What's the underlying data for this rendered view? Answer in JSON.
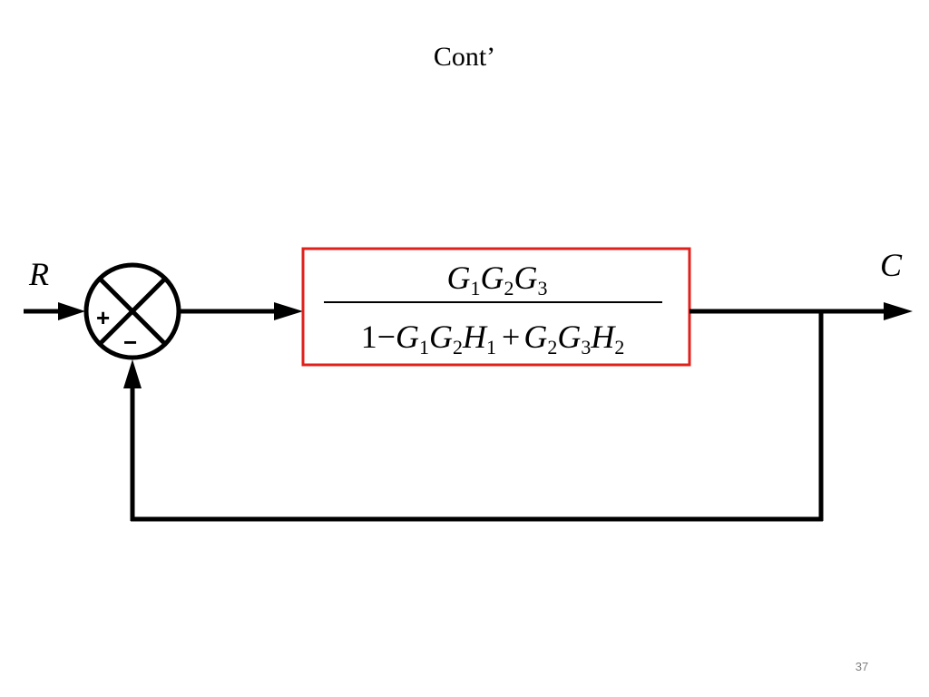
{
  "slide": {
    "title": "Cont’",
    "page_number": "37"
  },
  "diagram": {
    "input_label": "R",
    "output_label": "C",
    "summing_junction": {
      "plus_sign": "+",
      "minus_sign": "−"
    },
    "transfer_block": {
      "border_color": "#e0201b",
      "numerator": {
        "terms": [
          {
            "sym": "G",
            "sub": "1"
          },
          {
            "sym": "G",
            "sub": "2"
          },
          {
            "sym": "G",
            "sub": "3"
          }
        ]
      },
      "denominator": {
        "leading": "1",
        "op1": "−",
        "op2": "+",
        "term1": [
          {
            "sym": "G",
            "sub": "1"
          },
          {
            "sym": "G",
            "sub": "2"
          },
          {
            "sym": "H",
            "sub": "1"
          }
        ],
        "term2": [
          {
            "sym": "G",
            "sub": "2"
          },
          {
            "sym": "G",
            "sub": "3"
          },
          {
            "sym": "H",
            "sub": "2"
          }
        ]
      }
    }
  }
}
